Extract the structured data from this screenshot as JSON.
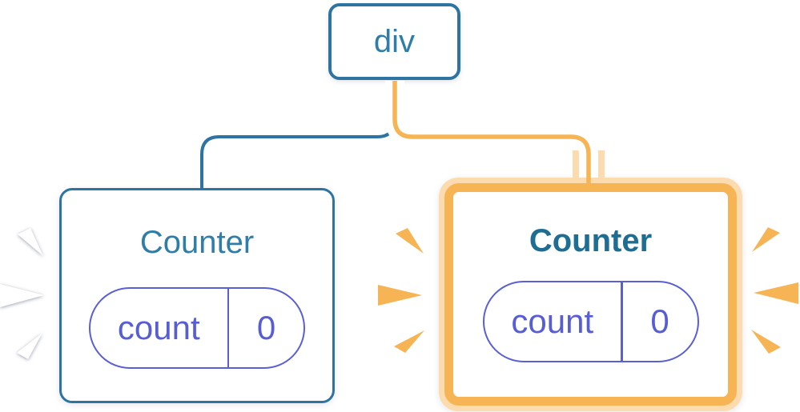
{
  "diagram": {
    "root": {
      "label": "div"
    },
    "counters": {
      "left": {
        "title": "Counter",
        "state_key": "count",
        "state_value": "0"
      },
      "right": {
        "title": "Counter",
        "state_key": "count",
        "state_value": "0"
      }
    },
    "colors": {
      "node_blue_border": "#2e74a3",
      "node_blue_text": "#2f7ea8",
      "bold_title_blue": "#1e6d92",
      "pill_indigo": "#5a5fd6",
      "pill_text_indigo": "#575dd4",
      "highlight_orange": "#f7b455",
      "connector_orange": "#f6b455",
      "highlight_light_orange": "#fcdcae",
      "card_background": "#ffffff"
    },
    "icons": {
      "left_emphasis": "spark-icon",
      "right_emphasis": "spark-icon"
    }
  }
}
